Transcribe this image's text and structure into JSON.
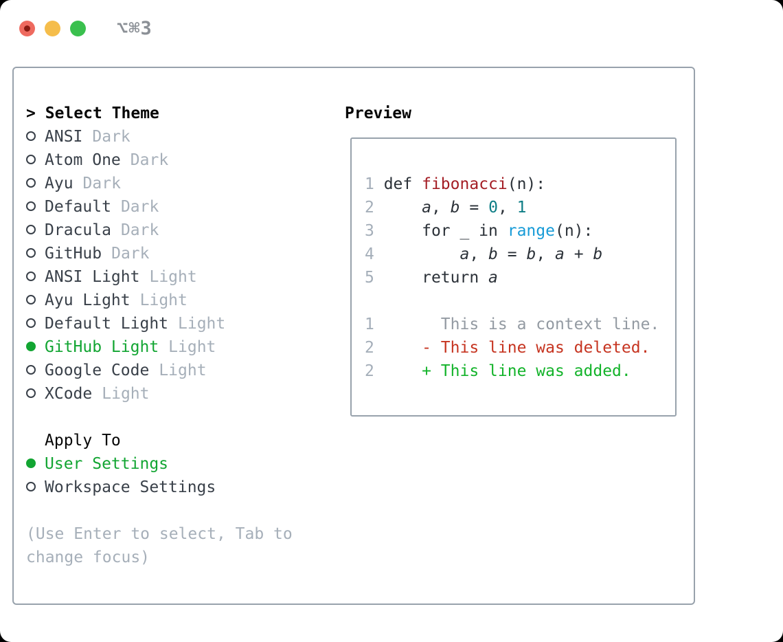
{
  "window": {
    "title": "⌥⌘3"
  },
  "traffic_lights": [
    {
      "name": "close",
      "color": "#ee6a5f"
    },
    {
      "name": "minimize",
      "color": "#f5bd4b"
    },
    {
      "name": "zoom",
      "color": "#3ac04e"
    }
  ],
  "theme_list": {
    "header_prefix": ">",
    "header": "Select Theme",
    "items": [
      {
        "name": "ANSI",
        "variant": "Dark",
        "selected": false
      },
      {
        "name": "Atom One",
        "variant": "Dark",
        "selected": false
      },
      {
        "name": "Ayu",
        "variant": "Dark",
        "selected": false
      },
      {
        "name": "Default",
        "variant": "Dark",
        "selected": false
      },
      {
        "name": "Dracula",
        "variant": "Dark",
        "selected": false
      },
      {
        "name": "GitHub",
        "variant": "Dark",
        "selected": false
      },
      {
        "name": "ANSI Light",
        "variant": "Light",
        "selected": false
      },
      {
        "name": "Ayu Light",
        "variant": "Light",
        "selected": false
      },
      {
        "name": "Default Light",
        "variant": "Light",
        "selected": false
      },
      {
        "name": "GitHub Light",
        "variant": "Light",
        "selected": true
      },
      {
        "name": "Google Code",
        "variant": "Light",
        "selected": false
      },
      {
        "name": "XCode",
        "variant": "Light",
        "selected": false
      }
    ]
  },
  "apply_to": {
    "header": "Apply To",
    "options": [
      {
        "label": "User Settings",
        "selected": true
      },
      {
        "label": "Workspace Settings",
        "selected": false
      }
    ]
  },
  "hint": "(Use Enter to select, Tab to change focus)",
  "preview": {
    "header": "Preview",
    "code_lines": [
      {
        "number": "1",
        "tokens": [
          {
            "t": " def ",
            "c": "d"
          },
          {
            "t": "fibonacci",
            "c": "fn"
          },
          {
            "t": "(n):",
            "c": "d"
          }
        ]
      },
      {
        "number": "2",
        "tokens": [
          {
            "t": "     ",
            "c": "d"
          },
          {
            "t": "a",
            "c": "v"
          },
          {
            "t": ", ",
            "c": "d"
          },
          {
            "t": "b",
            "c": "v"
          },
          {
            "t": " = ",
            "c": "d"
          },
          {
            "t": "0",
            "c": "num"
          },
          {
            "t": ", ",
            "c": "d"
          },
          {
            "t": "1",
            "c": "num"
          }
        ]
      },
      {
        "number": "3",
        "tokens": [
          {
            "t": "     for _ in ",
            "c": "d"
          },
          {
            "t": "range",
            "c": "bi"
          },
          {
            "t": "(n):",
            "c": "d"
          }
        ]
      },
      {
        "number": "4",
        "tokens": [
          {
            "t": "         ",
            "c": "d"
          },
          {
            "t": "a",
            "c": "v"
          },
          {
            "t": ", ",
            "c": "d"
          },
          {
            "t": "b",
            "c": "v"
          },
          {
            "t": " = ",
            "c": "d"
          },
          {
            "t": "b",
            "c": "v"
          },
          {
            "t": ", ",
            "c": "d"
          },
          {
            "t": "a",
            "c": "v"
          },
          {
            "t": " + ",
            "c": "d"
          },
          {
            "t": "b",
            "c": "v"
          }
        ]
      },
      {
        "number": "5",
        "tokens": [
          {
            "t": "     return ",
            "c": "d"
          },
          {
            "t": "a",
            "c": "v"
          }
        ]
      }
    ],
    "diff_lines": [
      {
        "number": "1",
        "tokens": [
          {
            "t": "       This is a context line.",
            "c": "ctx"
          }
        ]
      },
      {
        "number": "2",
        "tokens": [
          {
            "t": "     ",
            "c": "d"
          },
          {
            "t": "- This line was deleted.",
            "c": "del"
          }
        ]
      },
      {
        "number": "2",
        "tokens": [
          {
            "t": "     ",
            "c": "d"
          },
          {
            "t": "+ This line was added.",
            "c": "add"
          }
        ]
      }
    ]
  },
  "colors": {
    "selection_green": "#12a532",
    "added_green": "#13b32a",
    "deleted_red": "#c63420",
    "function_red": "#a41e25",
    "number_teal": "#0d7d85",
    "builtin_blue": "#179bd7",
    "muted_gray": "#a6afb9",
    "line_number_gray": "#a4aeb9",
    "border_gray": "#98a2ac",
    "code_text": "#2b3138"
  }
}
